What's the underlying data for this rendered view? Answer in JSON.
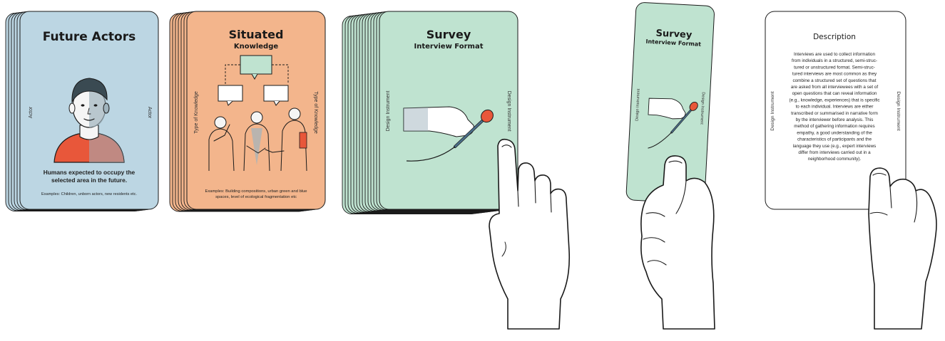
{
  "colors": {
    "actors_card": "#bcd6e3",
    "knowledge_card": "#f3b58c",
    "survey_card": "#bfe3d0",
    "description_card": "#ffffff",
    "accent": "#e8573a",
    "outline": "#1a1a1a"
  },
  "cards": {
    "future_actors": {
      "title": "Future Actors",
      "side_left": "Actor",
      "side_right": "Actor",
      "description_lines": [
        "Humans expected to occupy the",
        "selected area in the future."
      ],
      "examples": "Examples:  Children, unborn actors, new residents etc.",
      "illustration_icon": "child-portrait-icon"
    },
    "situated_knowledge": {
      "title": "Situated",
      "subtitle": "Knowledge",
      "side_left": "Type of Knowledge",
      "side_right": "Type of Knowledge",
      "examples_lines": [
        "Examples: Building compositions, urban green and blue",
        "spaces, level of ecological fragmentation etc"
      ],
      "illustration_icon": "people-discussion-icon"
    },
    "survey": {
      "title": "Survey",
      "subtitle": "Interview Format",
      "side_left": "Design Instrument",
      "side_right": "Design Instrument",
      "illustration_icon": "microphone-hand-icon"
    },
    "survey_held": {
      "title": "Survey",
      "subtitle": "Interview Format",
      "side_left": "Design Instrument",
      "side_right": "Design Instrument"
    },
    "description": {
      "title": "Description",
      "side_left": "Design Instrument",
      "side_right": "Design Instrument",
      "lines": [
        "Interviews are used to collect information",
        "from individuals in a structured, semi-struc-",
        "tured or unstructured format. Semi-struc-",
        "tured interviews are most common as they",
        "combine a structured set of questions that",
        "are asked from all interviewees with a set of",
        "open questions that can reveal information",
        "(e.g., knowledge, experiences) that is specific",
        "to each individual. Interviews are either",
        "transcribed or summarised in narrative form",
        "by the interviewer before analysis. This",
        "method of gathering information requires",
        "empathy, a good understanding of the",
        "characteristics of participants and the",
        "language they use (e.g., expert interviews",
        "differ from interviews carried out in a",
        "neighborhood community)."
      ]
    }
  },
  "hands": [
    "pointing-hand-icon",
    "holding-hand-icon",
    "holding-hand-icon"
  ]
}
